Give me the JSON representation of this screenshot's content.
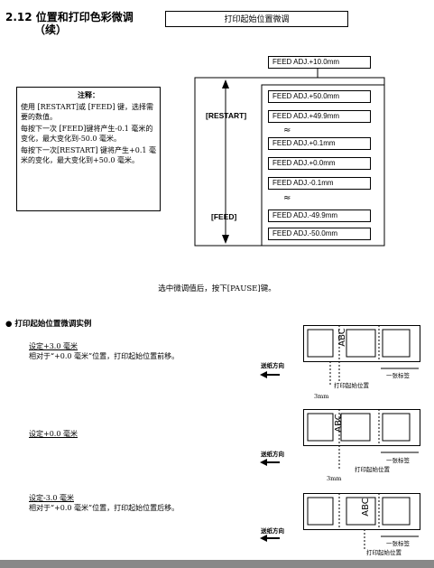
{
  "section": {
    "number": "2.12",
    "title": "位置和打印色彩微调",
    "subtitle": "（续）"
  },
  "header_box": "打印起始位置微调",
  "note": {
    "title": "注释：",
    "p1": "使用 [RESTART]或 [FEED] 键，选择需要的数值。",
    "p2": "每按下一次 [FEED]键将产生-0.1 毫米的变化，最大变化到-50.0 毫米。",
    "p3": "每按下一次[RESTART] 键将产生+0.1 毫米的变化，最大变化到+50.0 毫米。"
  },
  "feed_top": "FEED ADJ.+10.0mm",
  "feed_list": [
    "FEED ADJ.+50.0mm",
    "FEED ADJ.+49.9mm",
    "FEED ADJ.+0.1mm",
    "FEED ADJ.+0.0mm",
    "FEED ADJ.-0.1mm",
    "FEED ADJ.-49.9mm",
    "FEED ADJ.-50.0mm"
  ],
  "restart_label": "[RESTART]",
  "feed_label": "[FEED]",
  "instruction": "选中微调值后，按下[PAUSE]键。",
  "example_title": "打印起始位置微调实例",
  "examples": [
    {
      "label": "设定+3.0 毫米",
      "desc": "相对于“+0.0 毫米”位置，打印起始位置前移。"
    },
    {
      "label": "设定+0.0 毫米",
      "desc": ""
    },
    {
      "label": "设定-3.0 毫米",
      "desc": "相对于“+0.0 毫米”位置，打印起始位置后移。"
    }
  ],
  "feed_direction": "送纸方向",
  "one_label": "一张标签",
  "print_start": "打印起始位置",
  "abc": "ABC",
  "mm3": "3mm"
}
